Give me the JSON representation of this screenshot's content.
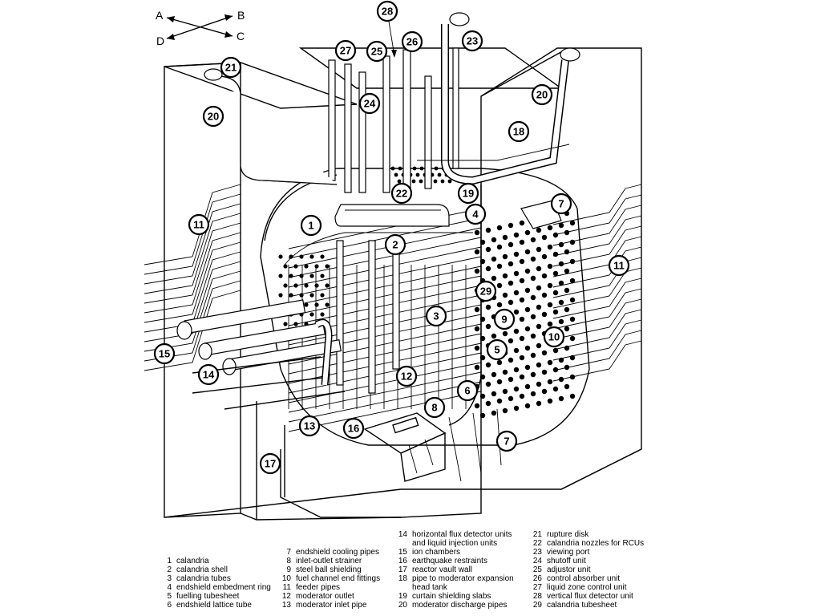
{
  "orientation": {
    "a": "A",
    "b": "B",
    "c": "C",
    "d": "D"
  },
  "callouts": [
    "1",
    "2",
    "3",
    "4",
    "5",
    "6",
    "7",
    "7",
    "8",
    "9",
    "10",
    "11",
    "11",
    "12",
    "13",
    "14",
    "15",
    "16",
    "17",
    "18",
    "19",
    "20",
    "20",
    "21",
    "22",
    "23",
    "24",
    "25",
    "26",
    "27",
    "28",
    "29"
  ],
  "legend": [
    {
      "num": "1",
      "text": "calandria"
    },
    {
      "num": "2",
      "text": "calandria shell"
    },
    {
      "num": "3",
      "text": "calandria tubes"
    },
    {
      "num": "4",
      "text": "endshield embedment ring"
    },
    {
      "num": "5",
      "text": "fuelling tubesheet"
    },
    {
      "num": "6",
      "text": "endshield lattice tube"
    },
    {
      "num": "7",
      "text": "endshield cooling pipes"
    },
    {
      "num": "8",
      "text": "inlet-outlet strainer"
    },
    {
      "num": "9",
      "text": "steel ball shielding"
    },
    {
      "num": "10",
      "text": "fuel channel end fittings"
    },
    {
      "num": "11",
      "text": "feeder pipes"
    },
    {
      "num": "12",
      "text": "moderator outlet"
    },
    {
      "num": "13",
      "text": "moderator inlet pipe"
    },
    {
      "num": "14",
      "text": "horizontal flux detector units",
      "cont": "and liquid injection units"
    },
    {
      "num": "15",
      "text": "ion chambers"
    },
    {
      "num": "16",
      "text": "earthquake restraints"
    },
    {
      "num": "17",
      "text": "reactor vault wall"
    },
    {
      "num": "18",
      "text": "pipe to moderator expansion",
      "cont": "head tank"
    },
    {
      "num": "19",
      "text": "curtain shielding slabs"
    },
    {
      "num": "20",
      "text": "moderator discharge pipes"
    },
    {
      "num": "21",
      "text": "rupture disk"
    },
    {
      "num": "22",
      "text": "calandria nozzles for RCUs"
    },
    {
      "num": "23",
      "text": "viewing port"
    },
    {
      "num": "24",
      "text": "shutoff unit"
    },
    {
      "num": "25",
      "text": "adjustor unit"
    },
    {
      "num": "26",
      "text": "control absorber unit"
    },
    {
      "num": "27",
      "text": "liquid zone control unit"
    },
    {
      "num": "28",
      "text": "vertical flux detector unit"
    },
    {
      "num": "29",
      "text": "calandria tubesheet"
    }
  ]
}
